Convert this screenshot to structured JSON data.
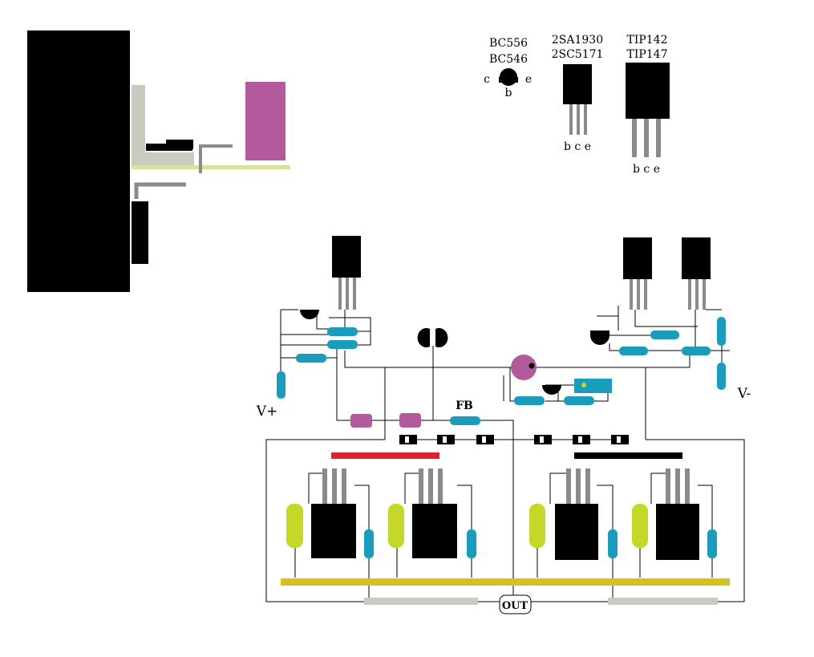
{
  "legend": {
    "small_transistor": {
      "part_a": "BC556",
      "part_b": "BC546",
      "pin_c": "c",
      "pin_e": "e",
      "pin_b": "b"
    },
    "driver_transistor": {
      "part_a": "2SA1930",
      "part_b": "2SC5171",
      "pins": "b c e"
    },
    "output_transistor": {
      "part_a": "TIP142",
      "part_b": "TIP147",
      "pins": "b c e"
    }
  },
  "labels": {
    "v_plus": "V+",
    "v_minus": "V-",
    "feedback": "FB",
    "output": "OUT"
  },
  "colors": {
    "background": "#ffffff",
    "component_black": "#000000",
    "wire": "#000000",
    "resistor_cyan": "#1a9cbc",
    "resistor_magenta": "#b35a9c",
    "capacitor_lime": "#c3d828",
    "ground_bar_yellow": "#d6c11f",
    "output_bar_gray": "#c8cbc0",
    "heatsink_gray": "#c8ccc0",
    "pin_gray": "#8a8a8a",
    "rail_red": "#e0202c"
  }
}
